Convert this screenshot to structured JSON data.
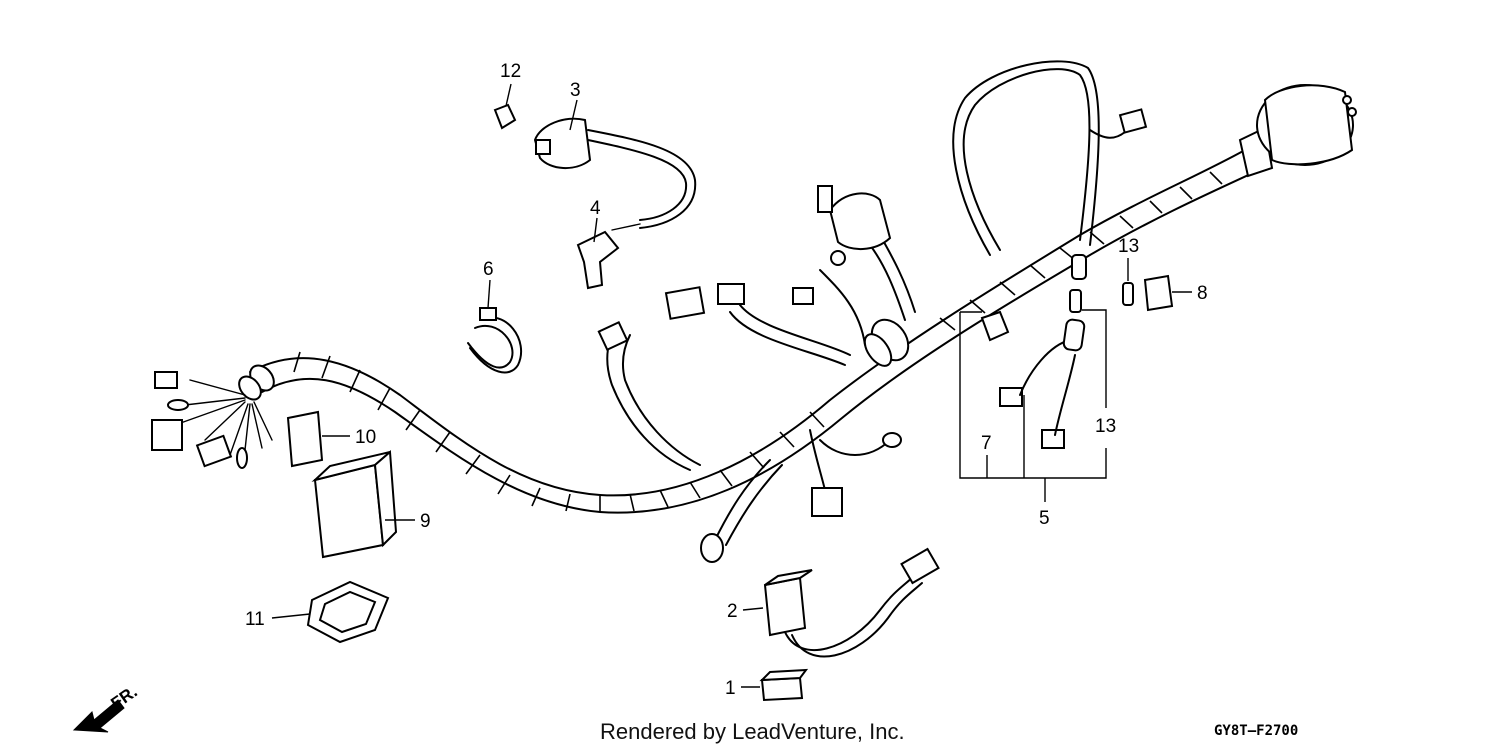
{
  "callouts": {
    "c1": "1",
    "c2": "2",
    "c3": "3",
    "c4": "4",
    "c5": "5",
    "c6": "6",
    "c7": "7",
    "c8": "8",
    "c9": "9",
    "c10": "10",
    "c11": "11",
    "c12": "12",
    "c13a": "13",
    "c13b": "13"
  },
  "footer": {
    "credit": "Rendered by LeadVenture, Inc.",
    "diagram_code": "GY8T–F2700"
  },
  "direction_label": "FR."
}
